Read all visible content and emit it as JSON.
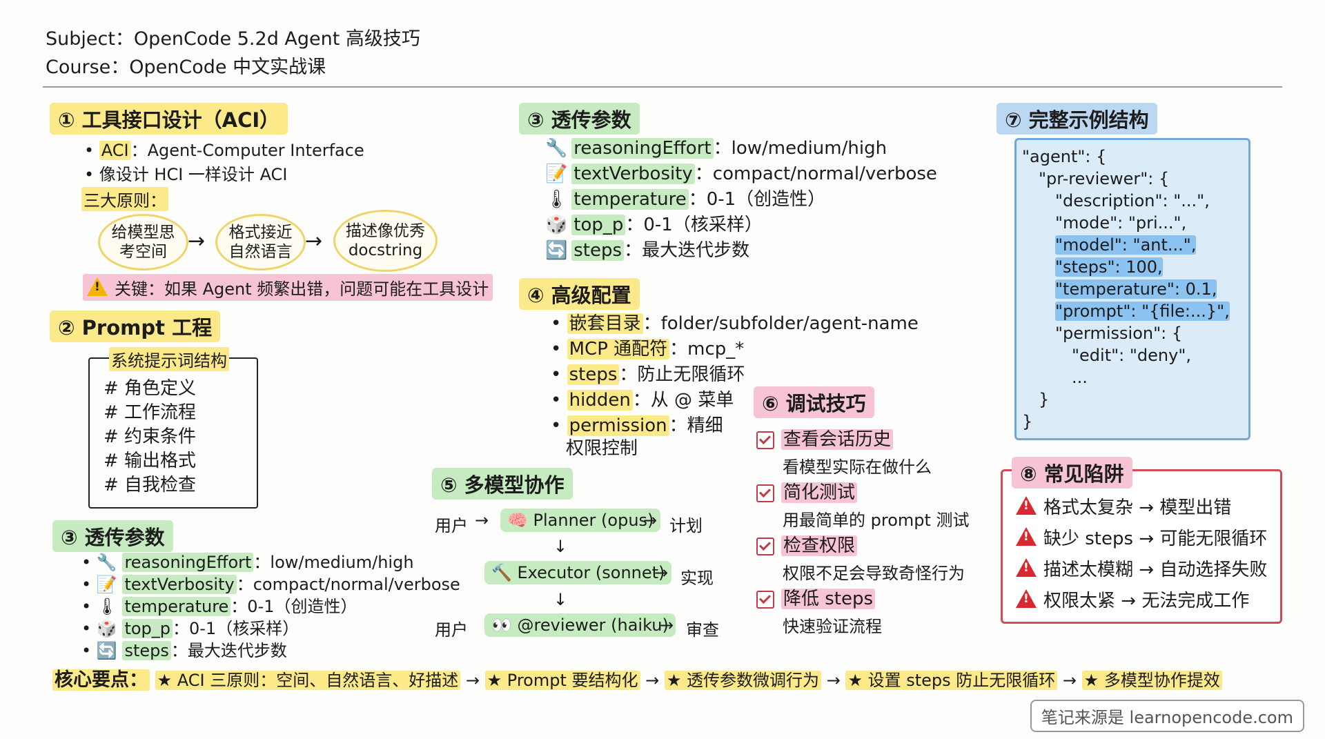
{
  "header": {
    "subject": "Subject：OpenCode 5.2d Agent 高级技巧",
    "course": "Course：OpenCode 中文实战课"
  },
  "s1": {
    "title": "① 工具接口设计（ACI）",
    "b1_key": "ACI",
    "b1_rest": "：Agent-Computer Interface",
    "b2": "像设计 HCI 一样设计 ACI",
    "principles_label": "三大原则：",
    "p1": "给模型思\n考空间",
    "p2": "格式接近\n自然语言",
    "p3": "描述像优秀\ndocstring",
    "arrow": "→",
    "warning": "关键：如果 Agent 频繁出错，问题可能在工具设计"
  },
  "s2": {
    "title": "② Prompt 工程",
    "box_title": "系统提示词结构",
    "items": [
      "# 角色定义",
      "# 工作流程",
      "# 约束条件",
      "# 输出格式",
      "# 自我检查"
    ]
  },
  "params": {
    "title": "③ 透传参数",
    "items": [
      {
        "icon": "🔧",
        "key": "reasoningEffort",
        "rest": "：low/medium/high"
      },
      {
        "icon": "📝",
        "key": "textVerbosity",
        "rest": "：compact/normal/verbose"
      },
      {
        "icon": "🌡",
        "key": "temperature",
        "rest": "：0-1（创造性）"
      },
      {
        "icon": "🎲",
        "key": "top_p",
        "rest": "：0-1（核采样）"
      },
      {
        "icon": "🔄",
        "key": "steps",
        "rest": "：最大迭代步数"
      }
    ]
  },
  "s4": {
    "title": "④ 高级配置",
    "items": [
      {
        "key": "嵌套目录",
        "rest": "：folder/subfolder/agent-name"
      },
      {
        "key": "MCP 通配符",
        "rest": "：mcp_*"
      },
      {
        "key": "steps",
        "rest": "：防止无限循环"
      },
      {
        "key": "hidden",
        "rest": "：从 @ 菜单"
      },
      {
        "key": "permission",
        "rest": "：精细"
      }
    ],
    "permission_cont": "权限控制"
  },
  "s5": {
    "title": "⑤ 多模型协作",
    "user1": "用户",
    "planner": "🧠 Planner (opus)",
    "plan": "计划",
    "executor": "🔨 Executor (sonnet)",
    "impl": "实现",
    "user2": "用户",
    "reviewer": "👀 @reviewer (haiku)",
    "review": "审查",
    "arrow": "→",
    "down": "↓"
  },
  "s6": {
    "title": "⑥ 调试技巧",
    "items": [
      {
        "head": "查看会话历史",
        "sub": "看模型实际在做什么"
      },
      {
        "head": "简化测试",
        "sub": "用最简单的 prompt 测试"
      },
      {
        "head": "检查权限",
        "sub": "权限不足会导致奇怪行为"
      },
      {
        "head": "降低 steps",
        "sub": "快速验证流程"
      }
    ]
  },
  "s7": {
    "title": "⑦ 完整示例结构",
    "lines": [
      {
        "t": "\"agent\": {",
        "hl": false,
        "indent": 0
      },
      {
        "t": "\"pr-reviewer\": {",
        "hl": false,
        "indent": 1
      },
      {
        "t": "\"description\": \"...\",",
        "hl": false,
        "indent": 2
      },
      {
        "t": "\"mode\": \"pri...\",",
        "hl": false,
        "indent": 2
      },
      {
        "t": "\"model\": \"ant...\",",
        "hl": true,
        "indent": 2
      },
      {
        "t": "\"steps\": 100,",
        "hl": true,
        "indent": 2
      },
      {
        "t": "\"temperature\": 0.1,",
        "hl": true,
        "indent": 2
      },
      {
        "t": "\"prompt\": \"{file:...}\",",
        "hl": true,
        "indent": 2
      },
      {
        "t": "\"permission\": {",
        "hl": false,
        "indent": 2
      },
      {
        "t": "\"edit\": \"deny\",",
        "hl": false,
        "indent": 3
      },
      {
        "t": "...",
        "hl": false,
        "indent": 3
      },
      {
        "t": "}",
        "hl": false,
        "indent": 1
      },
      {
        "t": "}",
        "hl": false,
        "indent": 0
      }
    ]
  },
  "s8": {
    "title": "⑧ 常见陷阱",
    "items": [
      "格式太复杂 → 模型出错",
      "缺少 steps → 可能无限循环",
      "描述太模糊 → 自动选择失败",
      "权限太紧 → 无法完成工作"
    ]
  },
  "summary": {
    "label": "核心要点：",
    "points": [
      "★ ACI 三原则：空间、自然语言、好描述",
      "★ Prompt 要结构化",
      "★ 透传参数微调行为",
      "★ 设置 steps 防止无限循环",
      "★ 多模型协作提效"
    ],
    "arrow": "→"
  },
  "footer": "笔记来源是 learnopencode.com",
  "colors": {
    "yellow": "#fbe98a",
    "green": "#c6ebc1",
    "blue": "#bcd7f1",
    "pink": "#f6c4d4",
    "red": "#d9282f"
  }
}
